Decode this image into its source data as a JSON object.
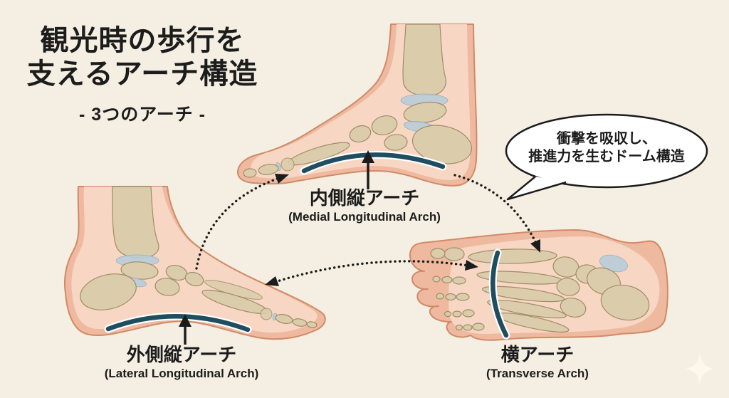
{
  "title": {
    "line1": "観光時の歩行を",
    "line2": "支えるアーチ構造",
    "subtitle": "- 3つのアーチ -"
  },
  "callout": {
    "line1": "衝撃を吸収し、",
    "line2": "推進力を生むドーム構造"
  },
  "arches": [
    {
      "id": "medial",
      "jp": "内側縦アーチ",
      "en": "(Medial Longitudinal Arch)"
    },
    {
      "id": "lateral",
      "jp": "外側縦アーチ",
      "en": "(Lateral Longitudinal Arch)"
    },
    {
      "id": "transverse",
      "jp": "横アーチ",
      "en": "(Transverse Arch)"
    }
  ],
  "icons": [
    {
      "name": "sparkle-icon"
    }
  ],
  "colors": {
    "bg": "#f4efe2",
    "ink": "#1c1c1c",
    "skin-light": "#f7d7c4",
    "skin-edge": "#efb99f",
    "skin-line": "#d08a68",
    "bone": "#dbcdab",
    "bone-line": "#a08c66",
    "cartilage": "#b9cdda",
    "arch": "#1f4e60",
    "bubble-fill": "#ffffff",
    "sparkle": "#fdf8eb"
  }
}
